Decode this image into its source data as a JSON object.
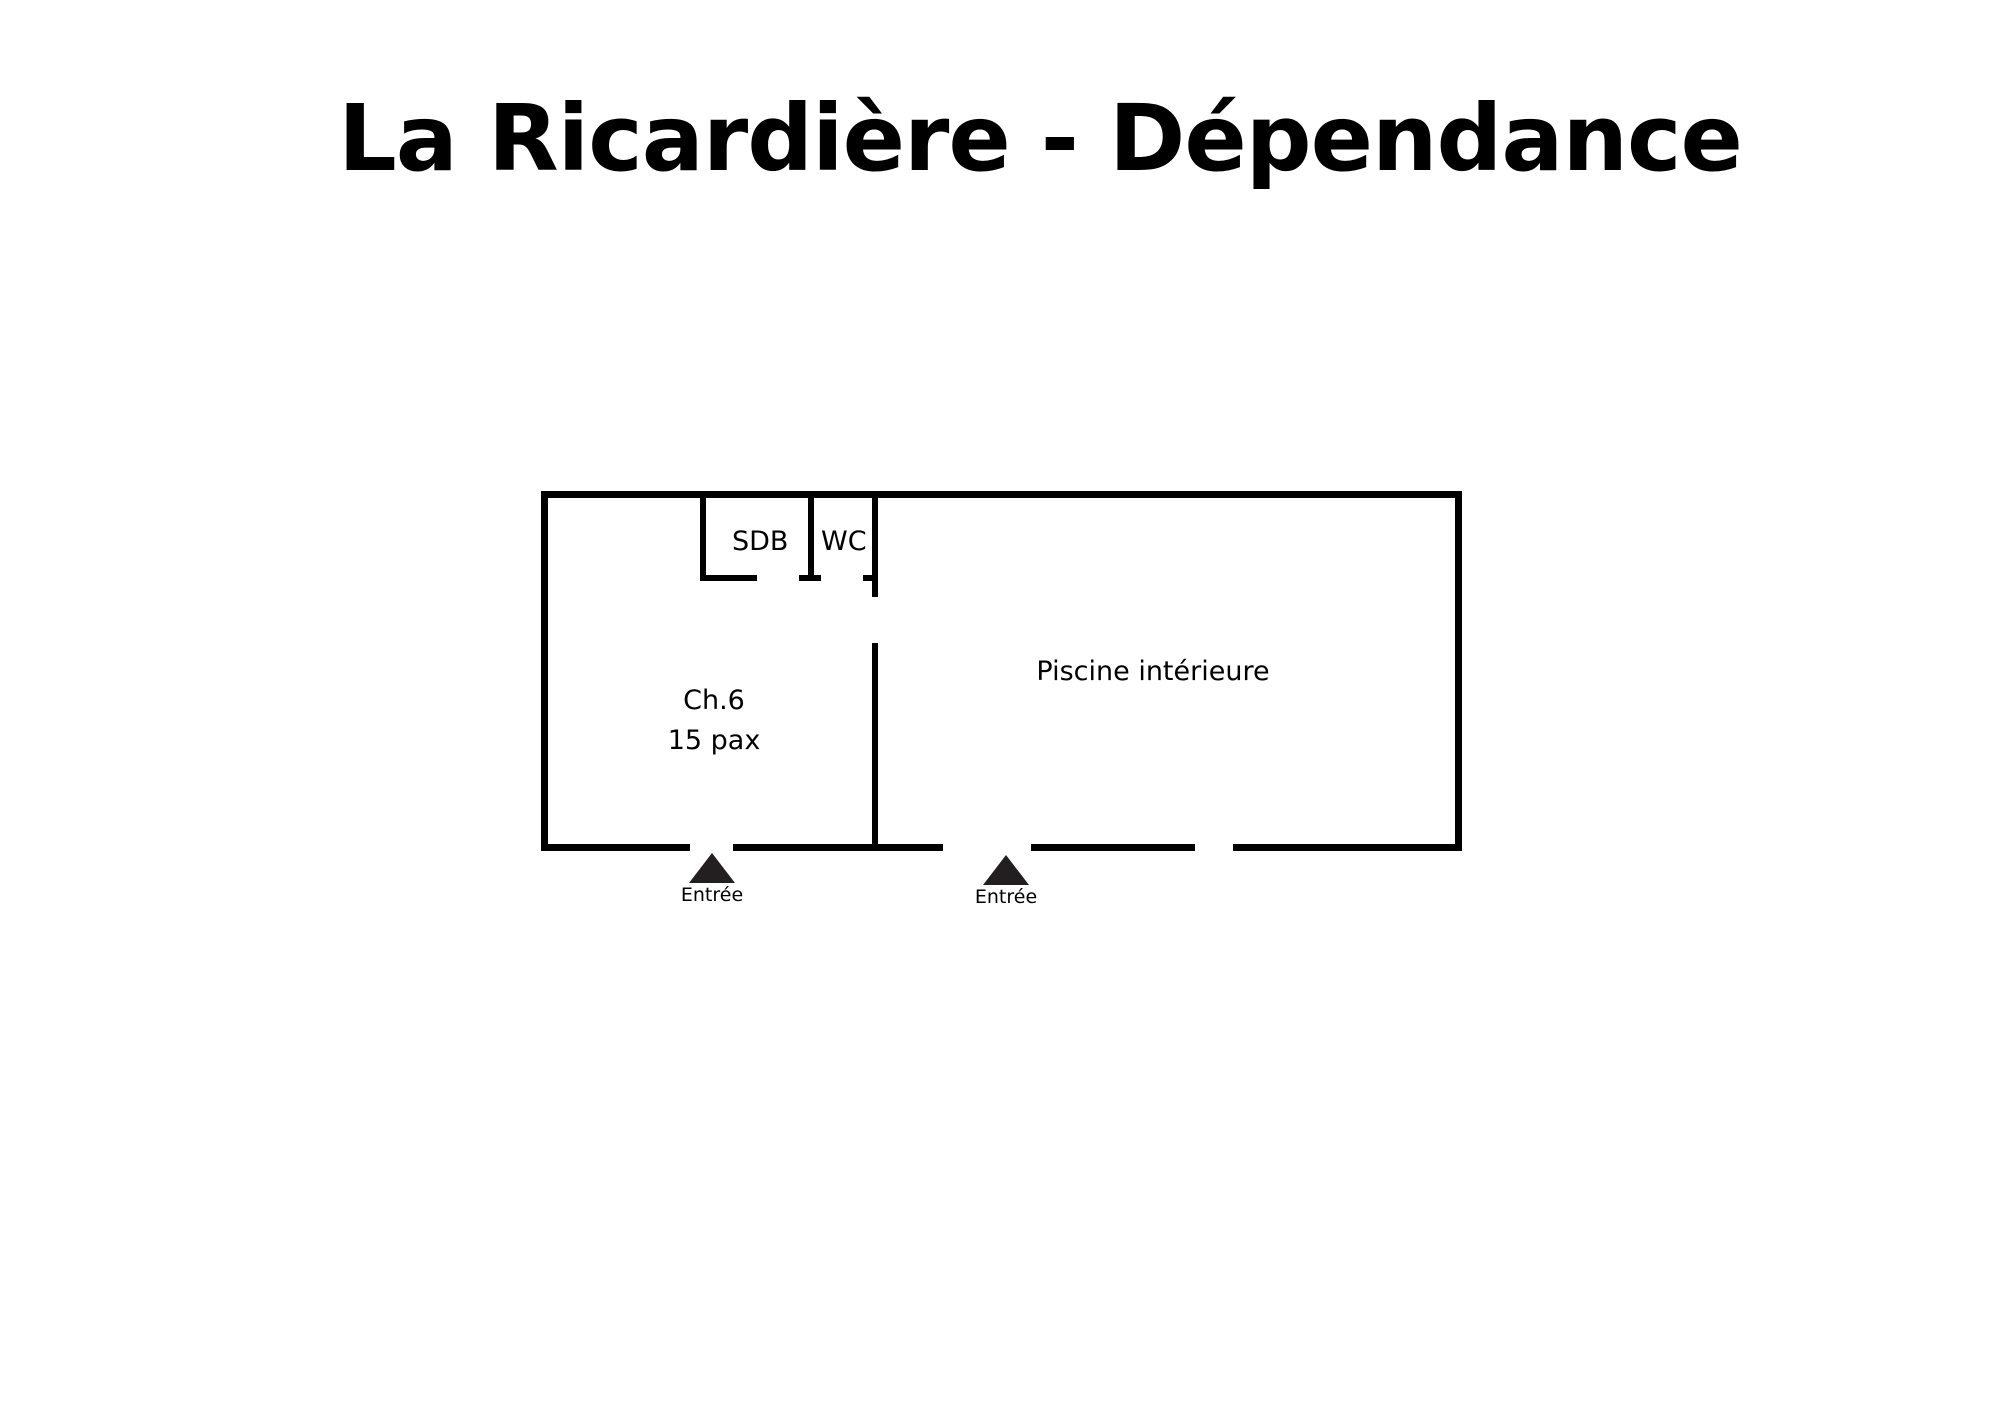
{
  "title": "La Ricardière - Dépendance",
  "rooms": {
    "sdb": "SDB",
    "wc": "WC",
    "ch6": {
      "name": "Ch.6",
      "capacity": "15 pax"
    },
    "pool": "Piscine intérieure"
  },
  "entrances": [
    {
      "label": "Entrée",
      "icon": "triangle-up-marker"
    },
    {
      "label": "Entrée",
      "icon": "triangle-up-marker"
    }
  ],
  "colors": {
    "walls": "#000000",
    "marker": "#231f20",
    "background": "#ffffff"
  }
}
